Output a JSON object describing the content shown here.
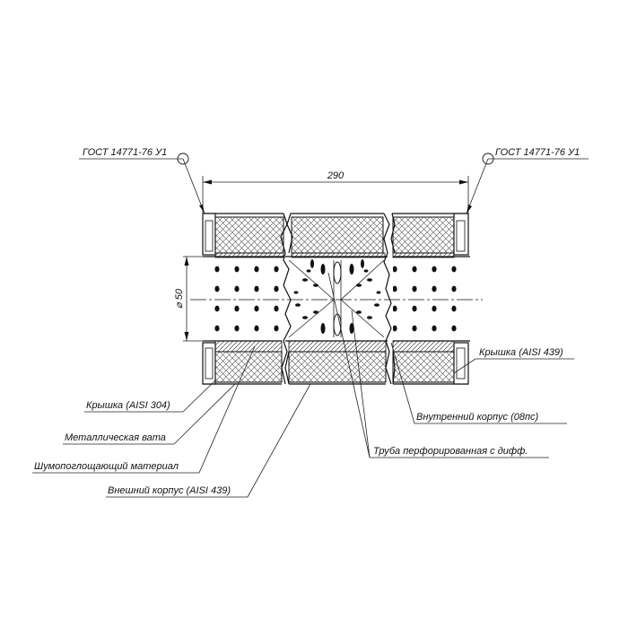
{
  "drawing": {
    "weld_left": "ГОСТ 14771-76 У1",
    "weld_right": "ГОСТ 14771-76 У1",
    "dim_length": "290",
    "dim_diameter": "⌀ 50"
  },
  "callouts": {
    "cap_304": "Крышка (AISI 304)",
    "metal_wool": "Металлическая вата",
    "absorbing": "Шумопоглощающий материал",
    "outer_shell": "Внешний корпус (AISI 439)",
    "cap_439": "Крышка (AISI 439)",
    "inner_shell": "Внутренний корпус (08пс)",
    "perf_pipe": "Труба перфорированная с дифф."
  }
}
